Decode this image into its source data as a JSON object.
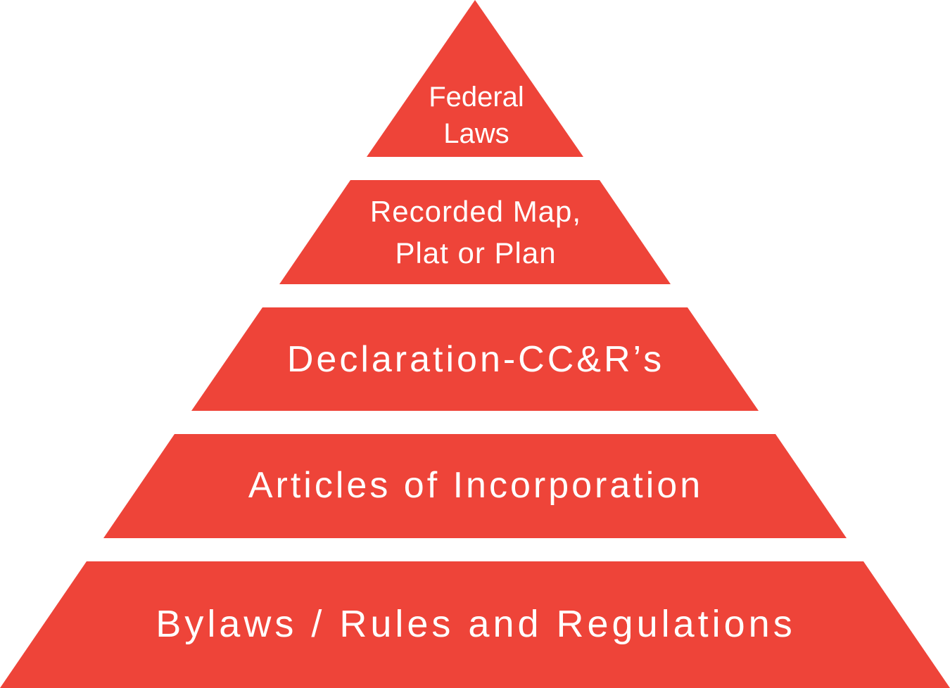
{
  "fill_color": "#ee4439",
  "text_color": "#ffffff",
  "tiers": [
    {
      "lines": [
        "Federal",
        "Laws"
      ]
    },
    {
      "lines": [
        "Recorded Map,",
        "Plat or Plan"
      ]
    },
    {
      "lines": [
        "Declaration-CC&R’s"
      ]
    },
    {
      "lines": [
        "Articles of Incorporation"
      ]
    },
    {
      "lines": [
        "Bylaws / Rules and Regulations"
      ]
    }
  ]
}
